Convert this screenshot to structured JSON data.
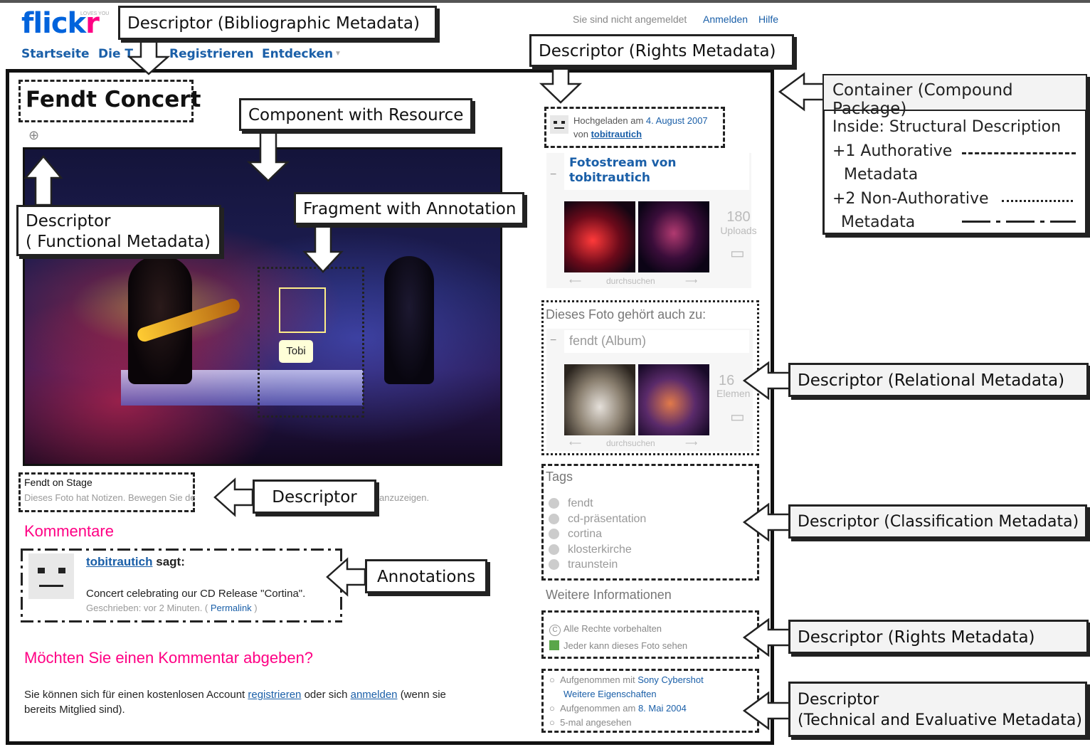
{
  "header": {
    "logo": "flickr",
    "logo_tagline": "LOVES YOU",
    "nav": [
      "Startseite",
      "Die T",
      "Registrieren",
      "Entdecken"
    ],
    "status": "Sie sind nicht angemeldet",
    "login": "Anmelden",
    "help": "Hilfe"
  },
  "photo_page": {
    "title": "Fendt Concert",
    "note_label": "Tobi",
    "caption_title": "Fendt on Stage",
    "caption_note_left": "Dieses Foto hat Notizen. Bewegen Sie de",
    "caption_note_right": "anzuzeigen.",
    "comments_heading": "Kommentare",
    "comment": {
      "author": "tobitrautich",
      "says": "sagt:",
      "text": "Concert celebrating our CD Release \"Cortina\".",
      "meta_prefix": "Geschrieben: vor 2 Minuten. (",
      "permalink": "Permalink",
      "meta_suffix": ")"
    },
    "add_comment_heading": "Möchten Sie einen Kommentar abgeben?",
    "add_comment_text_1": "Sie können sich für einen kostenlosen Account",
    "register_link": "registrieren",
    "add_comment_text_2": "oder sich",
    "login_link": "anmelden",
    "add_comment_text_3": "(wenn sie",
    "add_comment_text_4": "bereits Mitglied sind)."
  },
  "sidebar": {
    "uploaded_prefix": "Hochgeladen am",
    "uploaded_date": "4. August 2007",
    "uploaded_by_prefix": "von",
    "uploaded_by": "tobitrautich",
    "photostream_title_1": "Fotostream von",
    "photostream_title_2": "tobitrautich",
    "uploads_count": "180",
    "uploads_label": "Uploads",
    "browse": "durchsuchen",
    "belongs_to": "Dieses Foto gehört auch zu:",
    "album": "fendt (Album)",
    "album_count": "16",
    "album_label": "Elemen",
    "tags_heading": "Tags",
    "tags": [
      "fendt",
      "cd-präsentation",
      "cortina",
      "klosterkirche",
      "traunstein"
    ],
    "more_info": "Weitere Informationen",
    "rights_1": "Alle Rechte vorbehalten",
    "rights_2": "Jeder kann dieses Foto sehen",
    "tech_1_prefix": "Aufgenommen mit",
    "tech_1_camera": "Sony Cybershot",
    "tech_2": "Weitere Eigenschaften",
    "tech_3_prefix": "Aufgenommen am",
    "tech_3_date": "8. Mai 2004",
    "tech_4": "5-mal angesehen"
  },
  "callouts": {
    "bibliographic": "Descriptor (Bibliographic Metadata)",
    "rights_top": "Descriptor (Rights Metadata)",
    "component": "Component with Resource",
    "functional_1": "Descriptor",
    "functional_2": "( Functional Metadata)",
    "fragment": "Fragment with Annotation",
    "descriptor": "Descriptor",
    "annotations": "Annotations",
    "relational": "Descriptor (Relational Metadata)",
    "classification": "Descriptor (Classification Metadata)",
    "rights_bottom": "Descriptor (Rights Metadata)",
    "technical_1": "Descriptor",
    "technical_2": "(Technical and Evaluative Metadata)"
  },
  "legend": {
    "title": "Container (Compound Package)",
    "line1": "Inside: Structural Description",
    "line2a": "+1 Authorative",
    "line2b": "Metadata",
    "line3a": "+2 Non-Authorative",
    "line3b": "Metadata"
  }
}
